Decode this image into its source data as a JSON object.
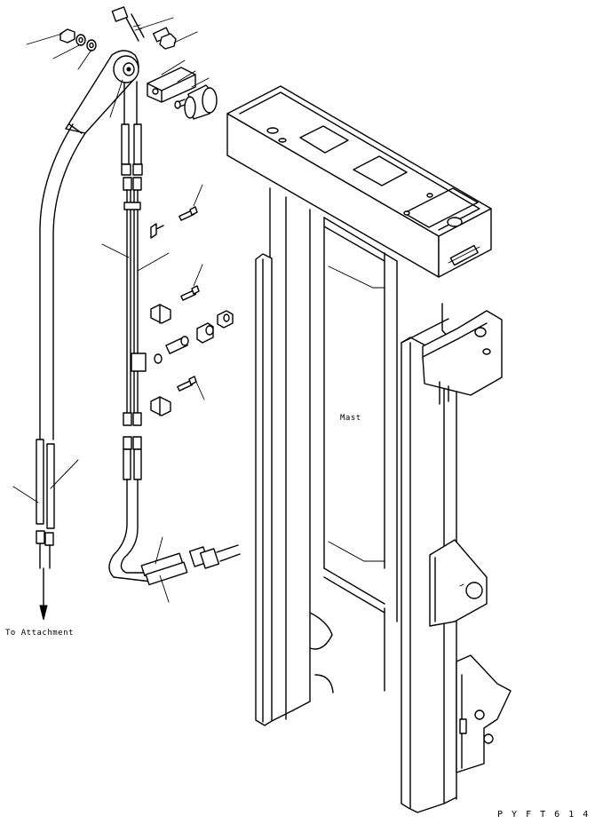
{
  "labels": {
    "mast": "Mast",
    "to_attachment": "To Attachment",
    "drawing_code": "P Y F T 6 1 4"
  }
}
